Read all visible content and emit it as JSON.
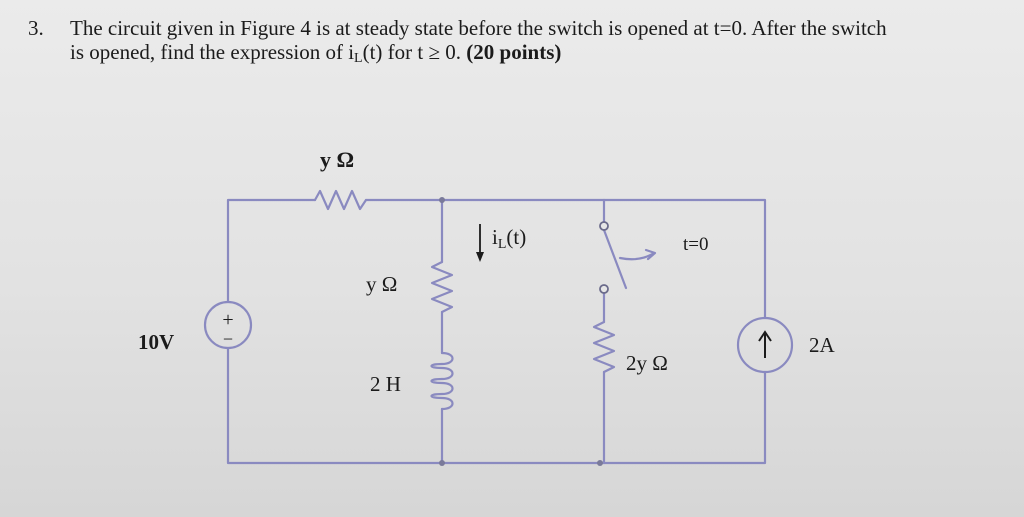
{
  "problem": {
    "number": "3.",
    "line1": "The circuit given in Figure 4 is at steady state before the switch is opened at t=0. After the switch",
    "line2_prefix": "is opened, find the expression of i",
    "line2_sub": "L",
    "line2_mid": "(t) for  t ≥ 0. ",
    "points": "(20 points)"
  },
  "circuit": {
    "voltage_source": "10V",
    "top_resistor": "y Ω",
    "mid_resistor": "y Ω",
    "inductor": "2 H",
    "current_label_main": "i",
    "current_label_sub": "L",
    "current_label_tail": "(t)",
    "switch_label": "t=0",
    "switch_resistor": "2y Ω",
    "current_source": "2A",
    "plus_sign": "+",
    "minus_sign": "−"
  },
  "colors": {
    "wire": "#8a8ac0",
    "ink": "#1b1b1b",
    "node": "#7a7a9a"
  }
}
